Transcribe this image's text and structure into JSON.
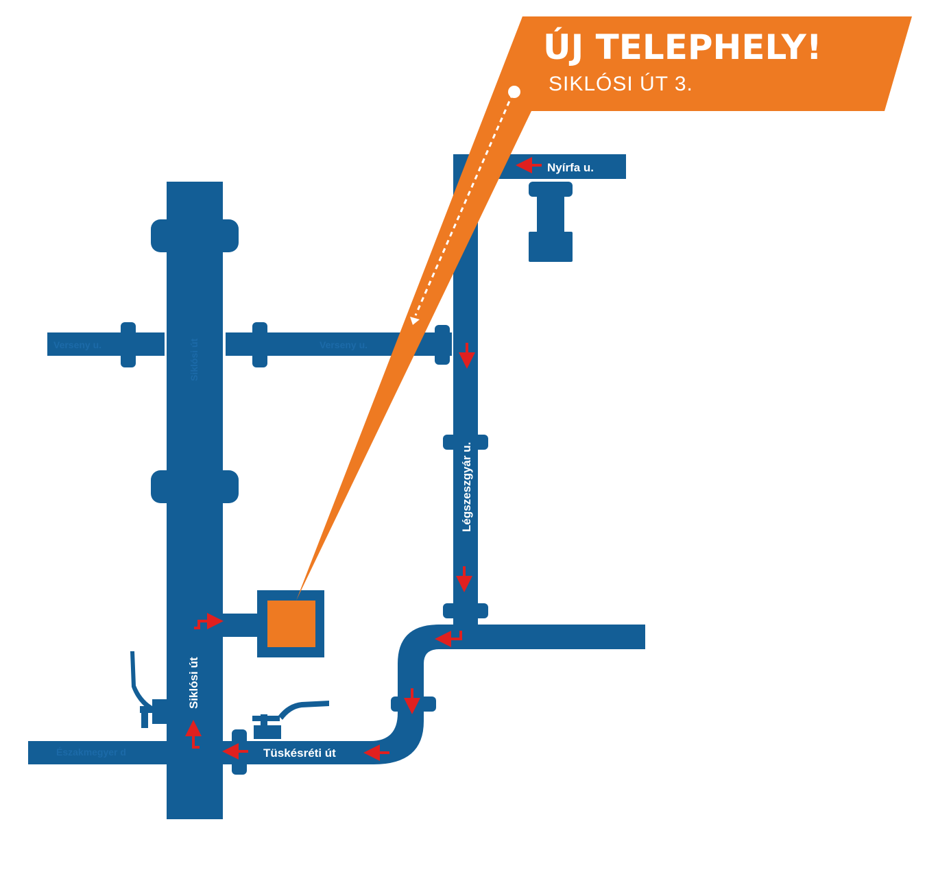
{
  "banner": {
    "title": "ÚJ TELEPHELY!",
    "address": "SIKLÓSI ÚT 3."
  },
  "streets": {
    "siklosi_top": "Siklósi út",
    "siklosi_bottom": "Siklósi út",
    "verseny_left": "Verseny u.",
    "verseny_right": "Verseny u.",
    "legszeszgyar": "Légszeszgyár u.",
    "nyirfa": "Nyírfa u.",
    "tuskesreti": "Tüskésréti út",
    "eszakmegyer": "Északmegyer d"
  },
  "colors": {
    "road": "#135e96",
    "road_outline": "#ffffff",
    "accent": "#ee7a22",
    "arrow": "#e0201f"
  },
  "icons": {
    "destination": "orange-square-site-marker",
    "direction": "red-arrow-icon",
    "pipe_valve": "valve-icon"
  }
}
